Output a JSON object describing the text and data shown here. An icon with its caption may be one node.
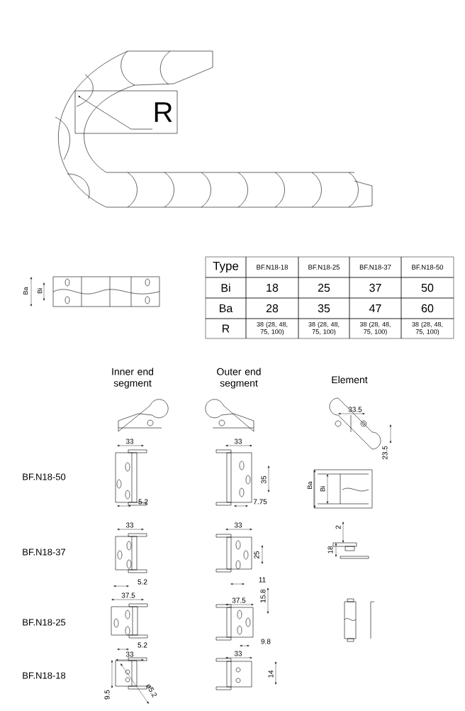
{
  "diagram": {
    "labels": [
      "R",
      "Ba",
      "Bi",
      "Type",
      "BF.N18-18",
      "BF.N18-25",
      "BF.N18-37",
      "BF.N18-50",
      "Bi",
      "18",
      "25",
      "37",
      "50",
      "Ba",
      "28",
      "35",
      "47",
      "60",
      "R",
      "38 (28, 48, 75, 100)",
      "38 (28, 48, 75, 100)",
      "38 (28, 48, 75, 100)",
      "38 (28, 48, 75, 100)",
      "Inner end segment",
      "Outer end segment",
      "Element",
      "33.5",
      "23.5",
      "33",
      "33",
      "BF.N18-50",
      "35",
      "Ba",
      "Bi",
      "5.2",
      "7.75",
      "2",
      "18",
      "33",
      "33",
      "BF.N18-37",
      "25",
      "5.2",
      "11",
      "15.8",
      "37.5",
      "37.5",
      "BF.N18-25",
      "5.2",
      "9.8",
      "33",
      "33",
      "BF.N18-18",
      "14",
      "9.5",
      "ø5.2"
    ]
  }
}
